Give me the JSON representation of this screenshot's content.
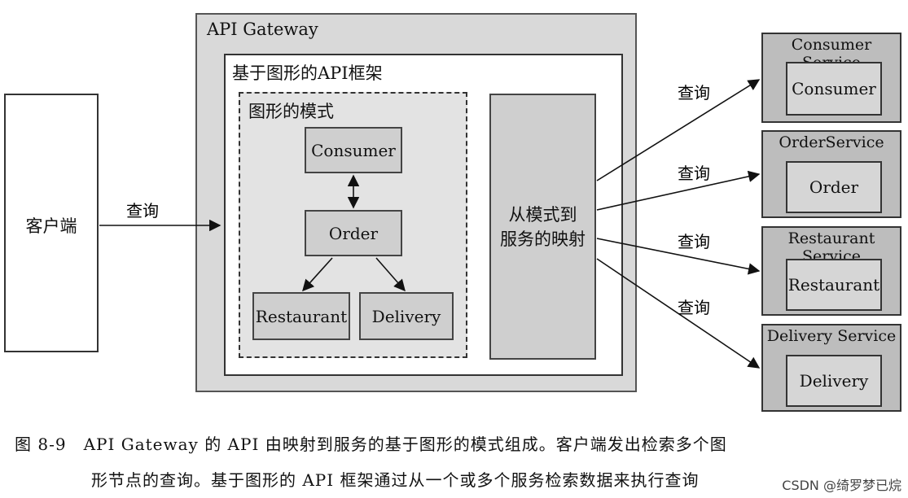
{
  "client": {
    "label": "客户端"
  },
  "gateway": {
    "title": "API Gateway"
  },
  "framework": {
    "title": "基于图形的API框架"
  },
  "schema": {
    "title": "图形的模式",
    "nodes": {
      "consumer": "Consumer",
      "order": "Order",
      "restaurant": "Restaurant",
      "delivery": "Delivery"
    }
  },
  "mapping": {
    "line1": "从模式到",
    "line2": "服务的映射"
  },
  "query_label": "查询",
  "services": [
    {
      "title": "Consumer Service",
      "inner": "Consumer"
    },
    {
      "title": "OrderService",
      "inner": "Order"
    },
    {
      "title": "Restaurant Service",
      "inner": "Restaurant"
    },
    {
      "title": "Delivery Service",
      "inner": "Delivery"
    }
  ],
  "caption": {
    "line1": "图 8-9　API Gateway 的 API 由映射到服务的基于图形的模式组成。客户端发出检索多个图",
    "line2": "形节点的查询。基于图形的 API 框架通过从一个或多个服务检索数据来执行查询"
  },
  "watermark": "CSDN @绮罗梦已烷"
}
